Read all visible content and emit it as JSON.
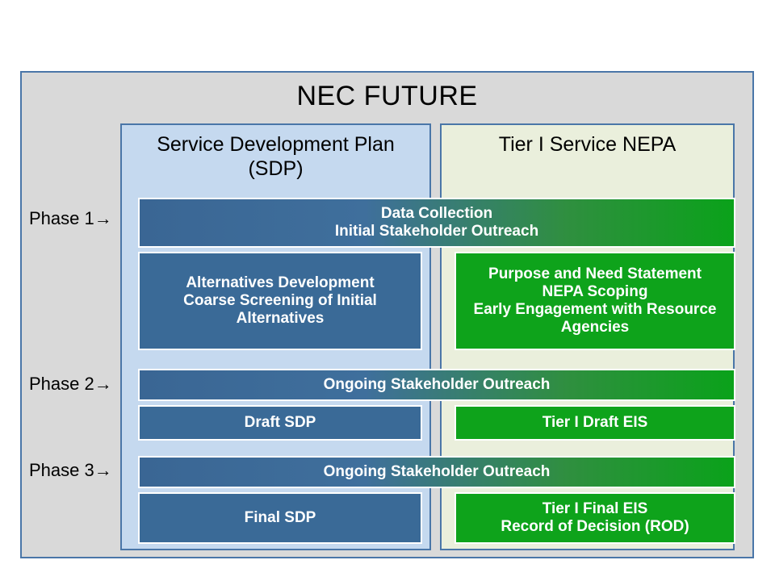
{
  "diagram": {
    "title": "NEC FUTURE",
    "columns": [
      {
        "id": "sdp",
        "header_line1": "Service Development Plan",
        "header_line2": "(SDP)",
        "color": "#c5d9ef"
      },
      {
        "id": "nepa",
        "header_line1": "Tier I Service NEPA",
        "header_line2": "",
        "color": "#eaefdc"
      }
    ],
    "phases": [
      {
        "label": "Phase 1",
        "arrow": "→"
      },
      {
        "label": "Phase 2",
        "arrow": "→"
      },
      {
        "label": "Phase 3",
        "arrow": "→"
      }
    ],
    "boxes": {
      "data_collection": {
        "line1": "Data Collection",
        "line2": "Initial Stakeholder Outreach"
      },
      "alternatives": {
        "line1": "Alternatives Development",
        "line2": "Coarse Screening of Initial",
        "line3": "Alternatives"
      },
      "purpose_need": {
        "line1": "Purpose and Need Statement",
        "line2": "NEPA Scoping",
        "line3": "Early Engagement with Resource",
        "line4": "Agencies"
      },
      "ongoing_outreach_p2": {
        "line1": "Ongoing Stakeholder Outreach"
      },
      "draft_sdp": {
        "line1": "Draft SDP"
      },
      "draft_eis": {
        "line1": "Tier I Draft EIS"
      },
      "ongoing_outreach_p3": {
        "line1": "Ongoing Stakeholder Outreach"
      },
      "final_sdp": {
        "line1": "Final SDP"
      },
      "final_eis": {
        "line1": "Tier I Final EIS",
        "line2": "Record of Decision (ROD)"
      }
    },
    "colors": {
      "frame_border": "#4a76a8",
      "frame_fill": "#d9d9d9",
      "blue_box": "#3a6a97",
      "green_box": "#0ea31b",
      "sdp_panel": "#c5d9ef",
      "nepa_panel": "#eaefdc"
    }
  }
}
